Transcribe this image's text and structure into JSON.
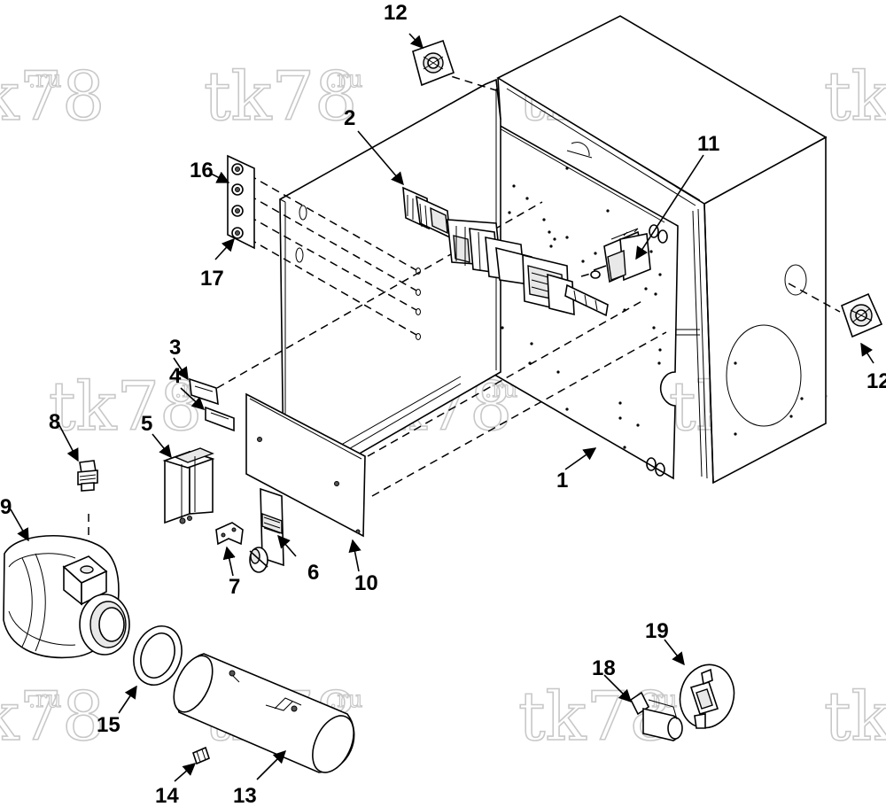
{
  "watermark": {
    "main": "tk78",
    "suffix": ".ru"
  },
  "callouts": {
    "c1": "1",
    "c2": "2",
    "c3": "3",
    "c4": "4",
    "c5": "5",
    "c6": "6",
    "c7": "7",
    "c8": "8",
    "c9": "9",
    "c10": "10",
    "c11": "11",
    "c12a": "12",
    "c12b": "12",
    "c13": "13",
    "c14": "14",
    "c15": "15",
    "c16": "16",
    "c17": "17",
    "c18": "18",
    "c19": "19"
  }
}
